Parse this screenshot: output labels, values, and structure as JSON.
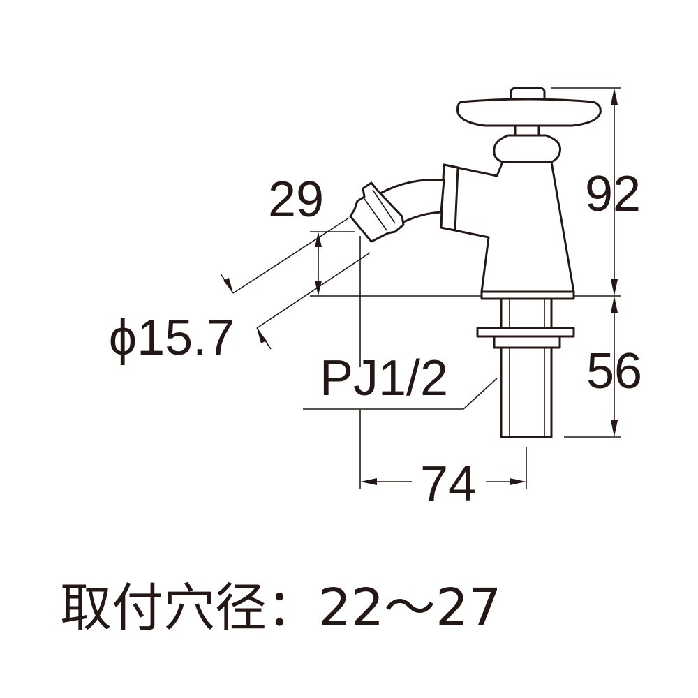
{
  "dimensions": {
    "spout_length": "29",
    "spout_diameter": "ϕ15.7",
    "thread": "PJ1/2",
    "width": "74",
    "height_top": "92",
    "height_bottom": "56"
  },
  "mounting_note": "取付穴径：22～27"
}
